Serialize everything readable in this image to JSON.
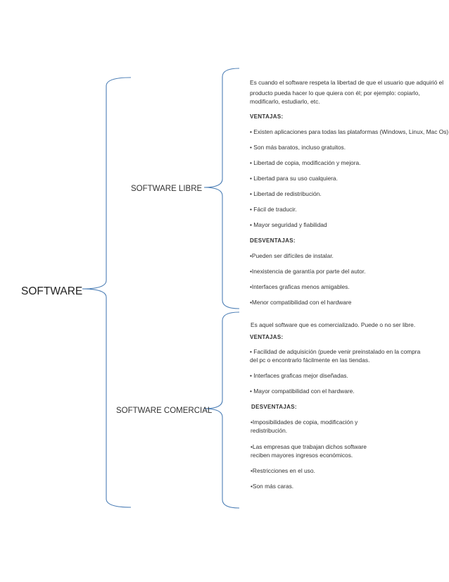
{
  "root": {
    "label": "SOFTWARE"
  },
  "colors": {
    "brace": "#4d7fb6",
    "text": "#333333"
  },
  "branches": [
    {
      "label": "SOFTWARE LIBRE",
      "description": [
        "Es cuando el software respeta la libertad de que el usuario que adquirió el",
        "producto pueda hacer lo que quiera con él; por ejemplo: copiarlo,",
        "modificarlo, estudiarlo, etc."
      ],
      "ventajas_title": "VENTAJAS:",
      "ventajas": [
        "• Existen aplicaciones para todas las plataformas (Windows, Linux, Mac Os)",
        "• Son más baratos, incluso gratuitos.",
        "• Libertad de copia, modificación y mejora.",
        "• Libertad para su uso cualquiera.",
        "• Libertad de redistribución.",
        "• Fácil de traducir.",
        "• Mayor seguridad y fiabilidad"
      ],
      "desventajas_title": "DESVENTAJAS:",
      "desventajas": [
        "•Pueden ser difíciles de instalar.",
        "•Inexistencia de garantía por parte del autor.",
        "•Interfaces graficas menos amigables.",
        "•Menor compatibilidad con el hardware"
      ]
    },
    {
      "label": "SOFTWARE COMERCIAL",
      "description": [
        "Es aquel software que es comercializado. Puede o no ser libre."
      ],
      "ventajas_title": "VENTAJAS:",
      "ventajas": [
        "• Facilidad de adquisición (puede venir preinstalado en la compra",
        "del pc o encontrarlo fácilmente en las tiendas.",
        "• Interfaces graficas mejor diseñadas.",
        "• Mayor compatibilidad con el hardware."
      ],
      "desventajas_title": "DESVENTAJAS:",
      "desventajas": [
        "•Imposibilidades de copia, modificación y",
        "redistribución.",
        "•Las empresas que trabajan dichos software",
        "reciben mayores ingresos económicos.",
        "•Restricciones en el uso.",
        "•Son más caras."
      ]
    }
  ]
}
